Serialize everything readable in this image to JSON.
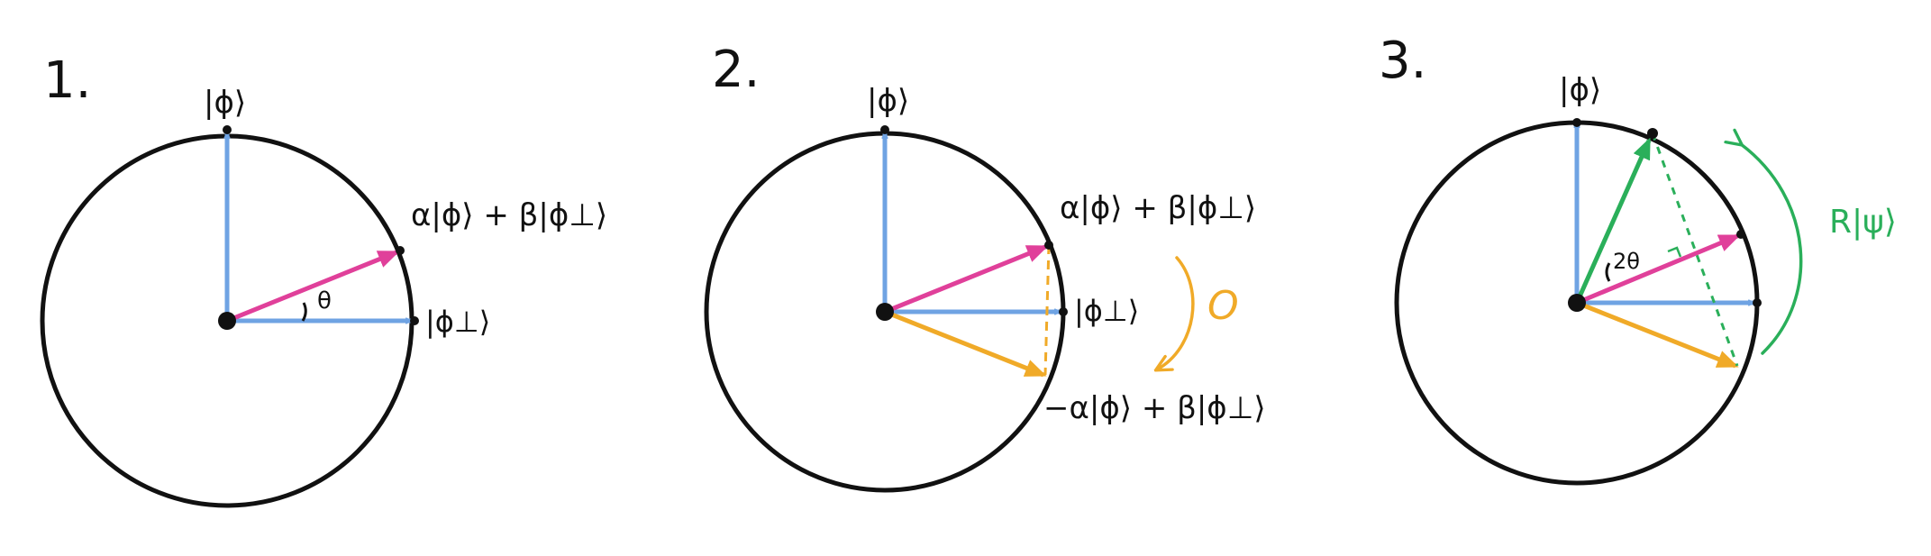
{
  "colors": {
    "circle": "#111111",
    "basis": "#6fa3e3",
    "state": "#e0409a",
    "reflected": "#f0aa28",
    "rotated": "#2aaf5a"
  },
  "panels": [
    {
      "number": "1.",
      "phi_label": "|ϕ⟩",
      "perp_label": "|ϕ⊥⟩",
      "state_label": "α|ϕ⟩ + β|ϕ⊥⟩",
      "angle_label": "θ"
    },
    {
      "number": "2.",
      "phi_label": "|ϕ⟩",
      "perp_label": "|ϕ⊥⟩",
      "state_label": "α|ϕ⟩ + β|ϕ⊥⟩",
      "reflected_label": "−α|ϕ⟩ + β|ϕ⊥⟩",
      "operator_label": "O"
    },
    {
      "number": "3.",
      "phi_label": "|ϕ⟩",
      "angle_label": "2θ",
      "operator_label": "R|ψ⟩"
    }
  ]
}
